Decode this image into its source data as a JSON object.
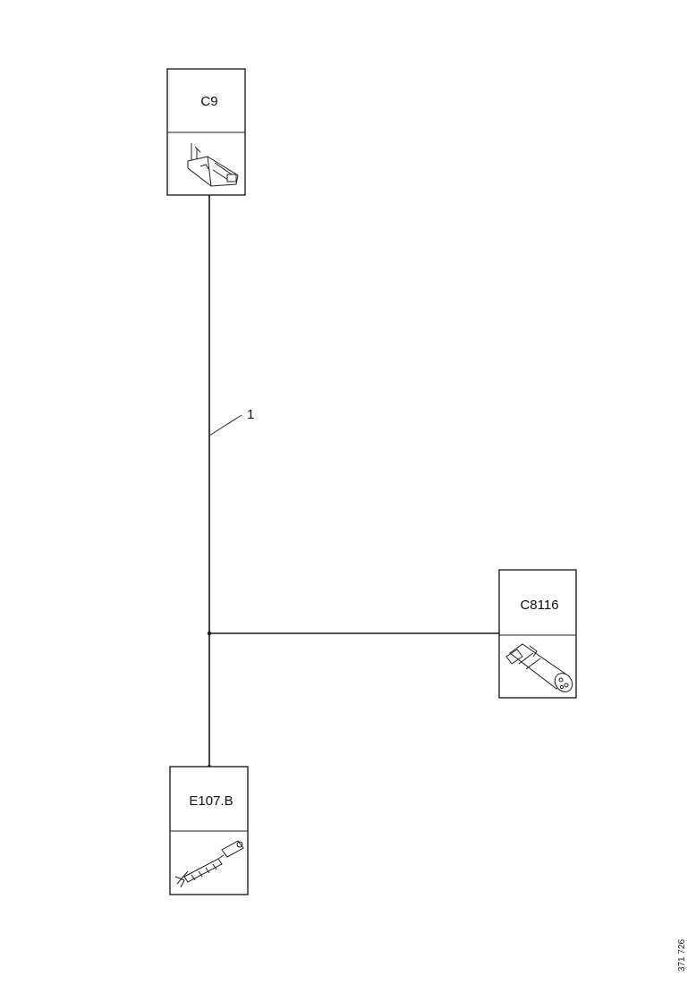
{
  "connectors": {
    "c9": {
      "label": "C9",
      "icon": "angled-terminal-connector-icon"
    },
    "c8116": {
      "label": "C8116",
      "icon": "cylindrical-connector-icon"
    },
    "e107b": {
      "label": "E107.B",
      "icon": "inline-pin-connector-icon"
    }
  },
  "wires": {
    "main": {
      "label": "1"
    }
  },
  "figure": {
    "reference": "371 726"
  }
}
